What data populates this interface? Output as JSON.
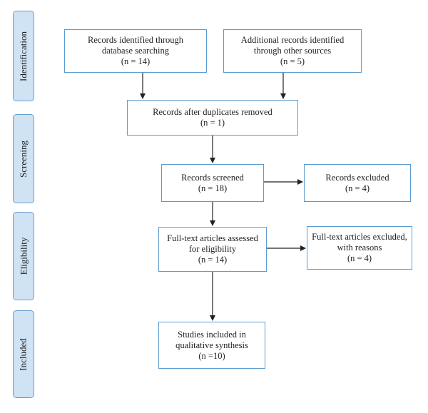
{
  "phases": [
    {
      "label": "Identification"
    },
    {
      "label": "Screening"
    },
    {
      "label": "Eligibility"
    },
    {
      "label": "Included"
    }
  ],
  "boxes": {
    "identified_db": {
      "lines": [
        "Records identified through",
        "database searching",
        "(n = 14)"
      ]
    },
    "identified_other": {
      "lines": [
        "Additional records identified",
        "through other sources",
        "(n = 5)"
      ]
    },
    "after_duplicates": {
      "lines": [
        "Records after duplicates removed",
        "(n = 1)"
      ]
    },
    "screened": {
      "lines": [
        "Records screened",
        "(n = 18)"
      ]
    },
    "excluded": {
      "lines": [
        "Records excluded",
        "(n = 4)"
      ]
    },
    "fulltext_assessed": {
      "lines": [
        "Full-text articles assessed",
        "for eligibility",
        "(n = 14)"
      ]
    },
    "fulltext_excluded": {
      "lines": [
        "Full-text articles excluded,",
        "with reasons",
        "(n = 4)"
      ]
    },
    "included": {
      "lines": [
        "Studies included in",
        "qualitative synthesis",
        "(n =10)"
      ]
    }
  },
  "colors": {
    "phase_fill": "#cfe3f5",
    "phase_border": "#6a9cc8",
    "box_border": "#5b9bcf",
    "arrow": "#222222"
  }
}
